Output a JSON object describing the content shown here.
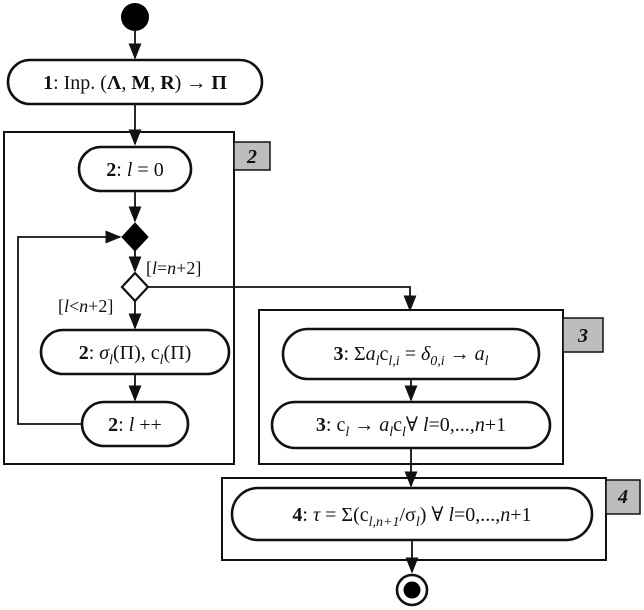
{
  "nodes": {
    "n1": {
      "step": "1",
      "text": ": Inp. (",
      "A": "Λ",
      "c1": ", ",
      "M": "M",
      "c2": ", ",
      "R": "R",
      "tail": ") → ",
      "P": "Π"
    },
    "n2a": {
      "step": "2",
      "sep": ": ",
      "var": "l",
      "rest": " = 0"
    },
    "n2b": {
      "step": "2",
      "sep": ": ",
      "s": "σ",
      "sl": "l",
      "mid": "(Π), c",
      "cl": "l",
      "end": "(Π)"
    },
    "n2c": {
      "step": "2",
      "sep": ": ",
      "var": "l",
      "rest": " ++"
    },
    "n3a": {
      "step": "3",
      "sep": ": Σ",
      "a": "a",
      "al": "l",
      "c": "c",
      "cli": "l,i",
      "eq": " = ",
      "d": "δ",
      "d0": "0,i",
      "arrow": " → ",
      "a2": "a",
      "a2l": "l"
    },
    "n3b": {
      "step": "3",
      "sep": ": c",
      "cl": "l",
      "arrow": " → ",
      "a": "a",
      "al": "l",
      "c": "c",
      "cl2": "l",
      "forall": "∀ ",
      "l": "l",
      "range": "=0,...,",
      "n": "n",
      "plus": "+1"
    },
    "n4": {
      "step": "4",
      "sep": ": ",
      "tau": "τ",
      "eq": " = Σ(c",
      "sub": "l,n+1",
      "div": "/σ",
      "sl": "l",
      "close": ")  ∀ ",
      "l": "l",
      "range": "=0,...,",
      "n": "n",
      "plus": "+1"
    }
  },
  "guards": {
    "exit": {
      "open": "[",
      "l": "l",
      "eq": "=",
      "n": "n",
      "rest": "+2]"
    },
    "loop": {
      "open": "[",
      "l": "l",
      "lt": "<",
      "n": "n",
      "rest": "+2]"
    }
  },
  "tags": {
    "g2": "2",
    "g3": "3",
    "g4": "4"
  }
}
